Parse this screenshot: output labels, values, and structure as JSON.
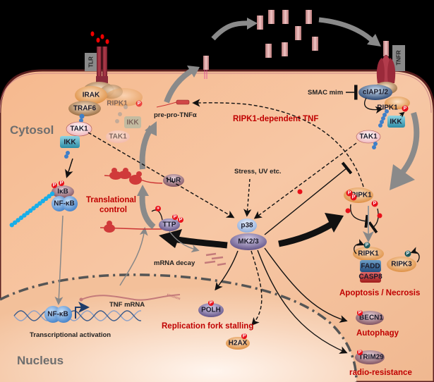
{
  "regions": {
    "cytosol": "Cytosol",
    "nucleus": "Nucleus"
  },
  "receptors": {
    "tlr": "TLR",
    "tnfr": "TNFR"
  },
  "proteins": {
    "irak": "IRAK",
    "traf6": "TRAF6",
    "tak1_left": "TAK1",
    "ikk_left": "IKK",
    "ripk1_faded": "RIPK1",
    "ikk_faded": "IKK",
    "tak1_faded": "TAK1",
    "ikb": "IκB",
    "nfkb_cyto": "NF-κB",
    "nfkb_nuc": "NF-κB",
    "hur": "HuR",
    "ttp": "TTP",
    "p38": "p38",
    "mk23": "MK2/3",
    "ciap": "cIAP1/2",
    "ripk1_tnfr": "RIPK1",
    "ikk_right": "IKK",
    "tak1_right": "TAK1",
    "ripk1_active": "RIPK1",
    "ripk1_complex": "RIPK1",
    "ripk3": "RIPK3",
    "fadd": "FADD",
    "casp8": "CASP8",
    "polh": "POLH",
    "h2ax": "H2AX",
    "becn1": "BECN1",
    "trim29": "TRIM29"
  },
  "phospho_label": "P",
  "labels": {
    "pre_pro_tnf": "pre-pro-TNFα",
    "ripk1_dependent_tnf": "RIPK1-dependent TNF",
    "smac_mim": "SMAC mim",
    "stress": "Stress, UV etc.",
    "translational_control": [
      "Translational",
      "control"
    ],
    "mrna_decay": "mRNA decay",
    "tnf_mrna": "TNF mRNA",
    "transcriptional_activation": "Transcriptional  activation",
    "apoptosis_necrosis": "Apoptosis / Necrosis",
    "replication_fork": "Replication fork stalling",
    "autophagy": "Autophagy",
    "radio_resistance": "radio-resistance"
  },
  "colors": {
    "background": "#000000",
    "cytosol": "#f5bf97",
    "nucleus": "#f8d3b8",
    "red_text": "#c00000",
    "phospho": "#e8101a",
    "teal_phospho": "#1d5a5e",
    "arrow_gray": "#8a8a8a"
  }
}
